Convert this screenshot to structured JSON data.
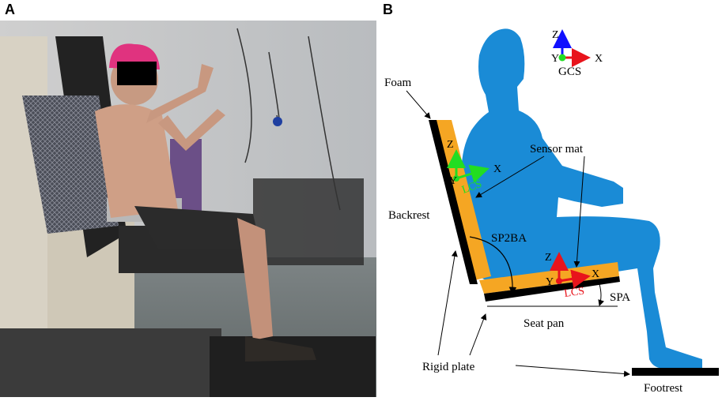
{
  "panels": {
    "a": "A",
    "b": "B"
  },
  "labels": {
    "foam": "Foam",
    "sensor_mat": "Sensor mat",
    "backrest": "Backrest",
    "sp2ba": "SP2BA",
    "spa": "SPA",
    "seat_pan": "Seat pan",
    "rigid_plate": "Rigid plate",
    "footrest": "Footrest",
    "gcs": "GCS",
    "lcs_back": "LCS",
    "lcs_seat": "LCS"
  },
  "axes": {
    "x": "X",
    "y": "Y",
    "z": "Z"
  },
  "colors": {
    "body": "#1a8bd6",
    "foam": "#f5a623",
    "plate": "#000000",
    "axis_blue": "#1010ff",
    "axis_red": "#e8141c",
    "axis_green": "#22dd22"
  }
}
